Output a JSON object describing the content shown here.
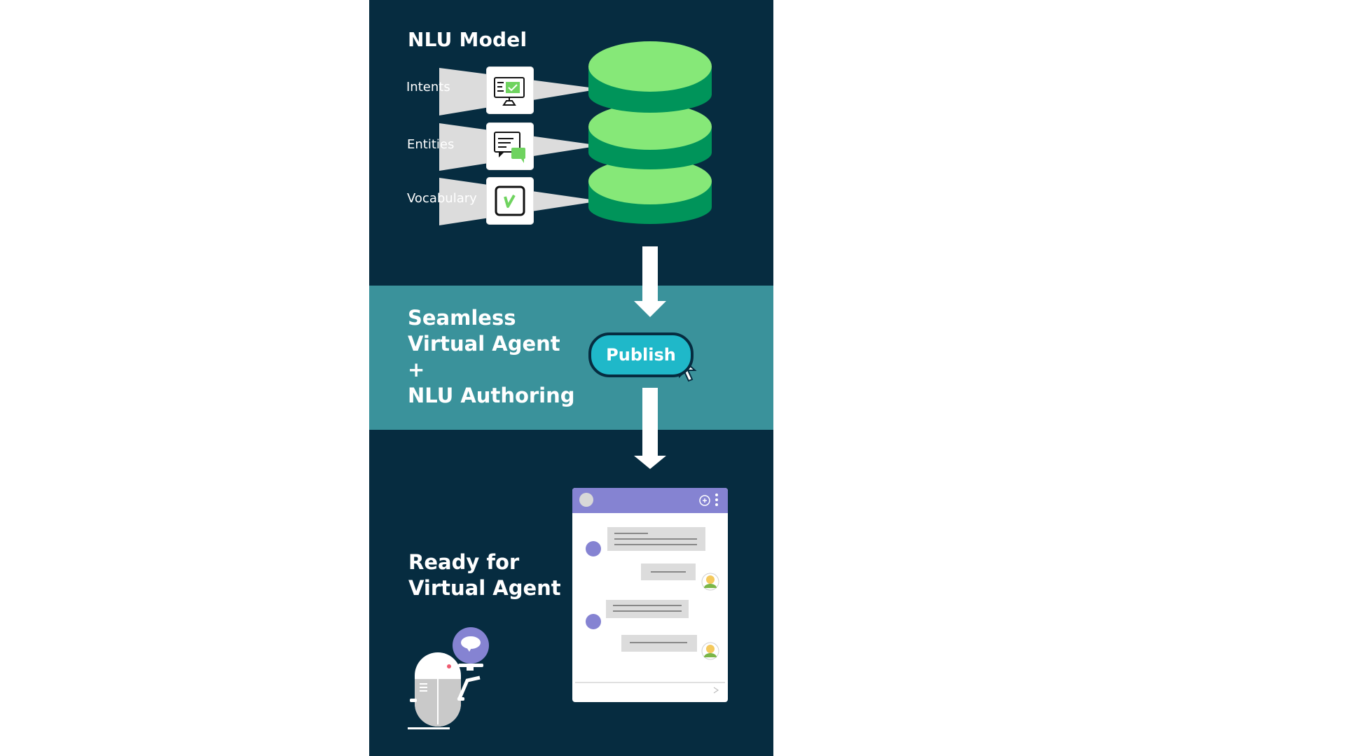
{
  "nlu_model": {
    "title": "NLU Model",
    "items": [
      {
        "label": "Intents",
        "icon": "monitor-check-icon"
      },
      {
        "label": "Entities",
        "icon": "chat-bubbles-icon"
      },
      {
        "label": "Vocabulary",
        "icon": "vocabulary-v-icon"
      }
    ]
  },
  "middle": {
    "lines": [
      "Seamless",
      "Virtual Agent",
      "+",
      "NLU Authoring"
    ],
    "publish_label": "Publish"
  },
  "bottom": {
    "lines": [
      "Ready for",
      "Virtual Agent"
    ]
  },
  "colors": {
    "panel": "#062c40",
    "band": "#3a929b",
    "db_light": "#86e878",
    "db_dark": "#00945a",
    "publish": "#1fb8c9",
    "chat_header": "#8583d2"
  }
}
